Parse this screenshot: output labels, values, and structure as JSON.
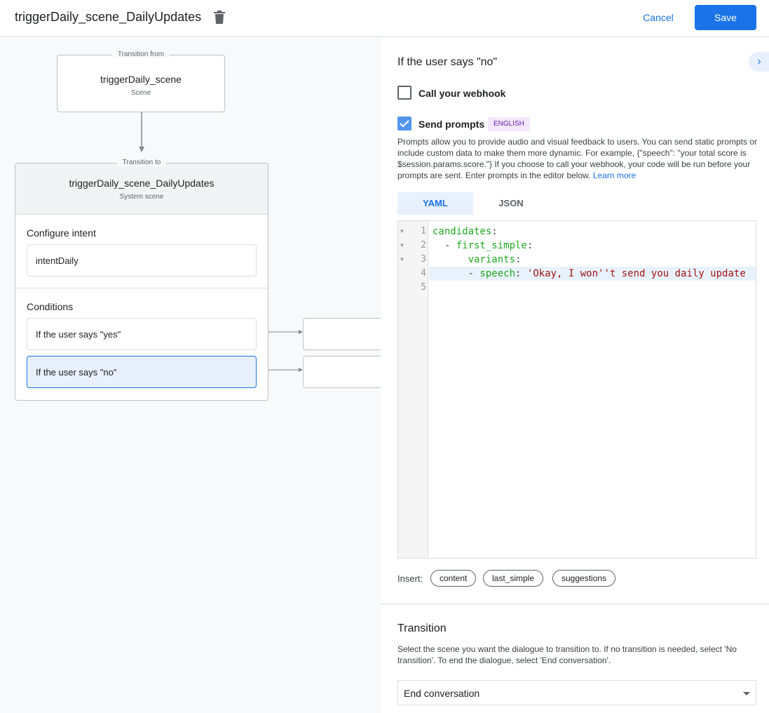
{
  "header": {
    "title": "triggerDaily_scene_DailyUpdates",
    "cancel_label": "Cancel",
    "save_label": "Save"
  },
  "canvas": {
    "from": {
      "legend": "Transition from",
      "name": "triggerDaily_scene",
      "type": "Scene"
    },
    "to": {
      "legend": "Transition to",
      "name": "triggerDaily_scene_DailyUpdates",
      "type": "System scene"
    },
    "intent_label": "Configure intent",
    "intent": "intentDaily",
    "conditions_label": "Conditions",
    "conditions": [
      "If the user says \"yes\"",
      "If the user says \"no\""
    ]
  },
  "panel": {
    "heading": "If the user says \"no\"",
    "webhook_label": "Call your webhook",
    "webhook_checked": false,
    "prompts_label": "Send prompts",
    "prompts_checked": true,
    "language_badge": "ENGLISH",
    "description": "Prompts allow you to provide audio and visual feedback to users. You can send static prompts or include custom data to make them more dynamic. For example, {\"speech\": \"your total score is $session.params.score.\"} If you choose to call your webhook, your code will be run before your prompts are sent. Enter prompts in the editor below.",
    "learn_more": "Learn more",
    "tabs": [
      "YAML",
      "JSON"
    ],
    "active_tab": "YAML",
    "editor": {
      "line_numbers": [
        "1",
        "2",
        "3",
        "4",
        "5"
      ],
      "l1_key": "candidates",
      "l2_dash": "  - ",
      "l2_key": "first_simple",
      "l3_key": "variants",
      "l4_dash": "      - ",
      "l4_key": "speech",
      "l4_val": "'Okay, I won''t send you daily update",
      "colon": ":"
    },
    "insert_label": "Insert:",
    "insert_chips": [
      "content",
      "last_simple",
      "suggestions"
    ],
    "transition_heading": "Transition",
    "transition_desc": "Select the scene you want the dialogue to transition to. If no transition is needed, select 'No transition'. To end the dialogue, select 'End conversation'.",
    "transition_value": "End conversation"
  },
  "colors": {
    "accent": "#1a73e8",
    "selected_bg": "#e8f0fe",
    "yaml_key": "#22a822",
    "yaml_string": "#a31515"
  }
}
